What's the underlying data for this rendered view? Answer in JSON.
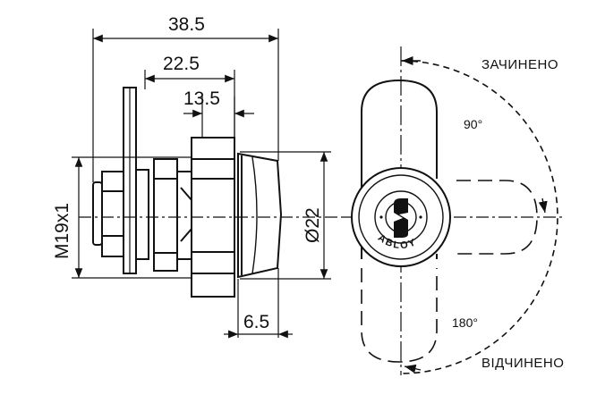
{
  "dimensions": {
    "overall_length": "38.5",
    "body_length": "22.5",
    "thread_length": "13.5",
    "front_length": "6.5",
    "thread_spec": "M19x1",
    "face_diameter": "Ø22"
  },
  "positions": {
    "closed": "ЗАЧИНЕНО",
    "open": "ВІДЧИНЕНО",
    "angle_90": "90°",
    "angle_180": "180°"
  },
  "brand": "ABLOY",
  "colors": {
    "line": "#111111",
    "background": "#ffffff"
  }
}
